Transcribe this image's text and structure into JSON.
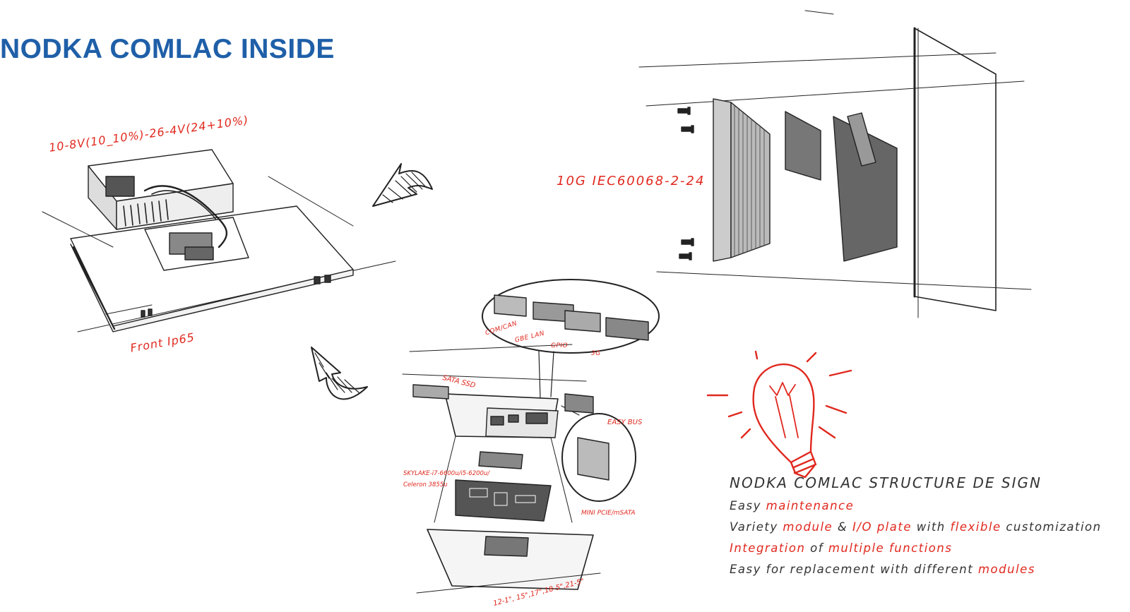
{
  "title": "NODKA COMLAC INSIDE",
  "colors": {
    "title": "#1f5fa8",
    "accent": "#e0281e",
    "ink": "#333333"
  },
  "labels": {
    "voltage": "10-8V(10_10%)-26-4V(24+10%)",
    "front": "Front Ip65",
    "vibration": "10G IEC60068-2-24",
    "sata": "SATA SSD",
    "easy_bus": "EASY BUS",
    "cpu_line1": "SKYLAKE-i7-6600u/i5-6200u/",
    "cpu_line2": "Celeron 3855u",
    "mini_pcie": "MINI PCIE/mSATA",
    "sizes": "12-1\", 15\",17\",18-5\",21-5\"",
    "com_can": "COM/CAN",
    "gbe_lan": "GBE LAN",
    "gpio": "GPIO",
    "g3": "3G"
  },
  "design": {
    "heading": "NODKA COMLAC STRUCTURE DE SIGN",
    "lines": [
      [
        {
          "t": "Easy ",
          "h": false
        },
        {
          "t": "maintenance",
          "h": true
        }
      ],
      [
        {
          "t": "Variety ",
          "h": false
        },
        {
          "t": "module",
          "h": true
        },
        {
          "t": " & ",
          "h": false
        },
        {
          "t": "I/O plate",
          "h": true
        },
        {
          "t": " with ",
          "h": false
        },
        {
          "t": "flexible",
          "h": true
        },
        {
          "t": " customization",
          "h": false
        }
      ],
      [
        {
          "t": "Integration",
          "h": true
        },
        {
          "t": " of ",
          "h": false
        },
        {
          "t": "multiple functions",
          "h": true
        }
      ],
      [
        {
          "t": "Easy for replacement with different ",
          "h": false
        },
        {
          "t": "modules",
          "h": true
        }
      ]
    ]
  },
  "icons": [
    "curved-arrow-icon",
    "curved-arrow-icon",
    "lightbulb-icon",
    "screw-icon"
  ]
}
